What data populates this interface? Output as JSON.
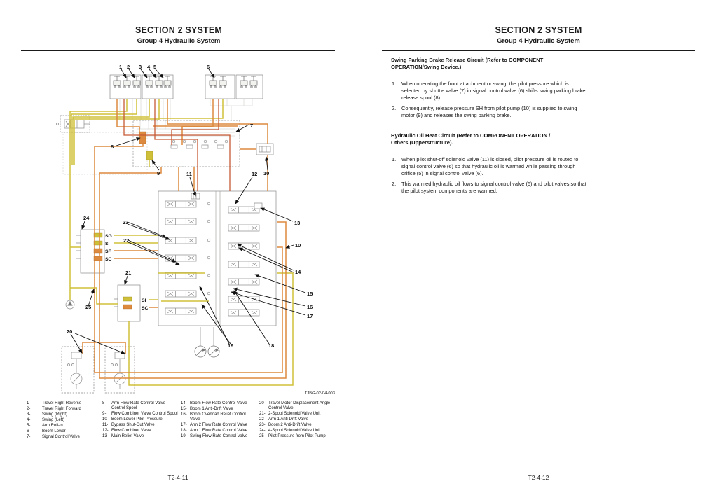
{
  "left_page": {
    "header": {
      "title": "SECTION 2 SYSTEM",
      "subtitle": "Group 4 Hydraulic System"
    },
    "figure_code": "TJBG-02-04-003",
    "footer": {
      "page_number": "T2-4-11"
    },
    "diagram": {
      "callout_labels": {
        "c1": "1",
        "c2": "2",
        "c3": "3",
        "c4": "4",
        "c5": "5",
        "c6": "6",
        "c7": "7",
        "c8": "8",
        "c9": "9",
        "c10a": "10",
        "c10b": "10",
        "c11": "11",
        "c12": "12",
        "c13": "13",
        "c14": "14",
        "c15": "15",
        "c16": "16",
        "c17": "17",
        "c18": "18",
        "c19": "19",
        "c20": "20",
        "c21": "21",
        "c22": "22",
        "c23": "23",
        "c24": "24",
        "c25": "25"
      },
      "port_labels": {
        "sg": "SG",
        "si": "SI",
        "sf": "SF",
        "sc": "SC",
        "u21_si": "SI",
        "u21_sc": "SC"
      },
      "colors": {
        "pilot_line": "#cfc039",
        "pressure_line": "#dd8a3e",
        "secondary_line": "#c65a36"
      }
    },
    "legend": {
      "items": [
        {
          "n": "1-",
          "t": "Travel Right Reverse"
        },
        {
          "n": "2-",
          "t": "Travel Right Forward"
        },
        {
          "n": "3-",
          "t": "Swing (Right)"
        },
        {
          "n": "4-",
          "t": "Swing (Left)"
        },
        {
          "n": "5-",
          "t": "Arm Roll-in"
        },
        {
          "n": "6-",
          "t": "Boom Lower"
        },
        {
          "n": "7-",
          "t": "Signal Control Valve"
        },
        {
          "n": "8-",
          "t": "Arm Flow Rate Control Valve Control Spool"
        },
        {
          "n": "9-",
          "t": "Flow Combiner Valve Control Spool"
        },
        {
          "n": "10-",
          "t": "Boom Lower Pilot Pressure"
        },
        {
          "n": "11-",
          "t": "Bypass Shut-Out Valve"
        },
        {
          "n": "12-",
          "t": "Flow Combiner Valve"
        },
        {
          "n": "13-",
          "t": "Main Relief Valve"
        },
        {
          "n": "14-",
          "t": "Boom Flow Rate Control Valve"
        },
        {
          "n": "15-",
          "t": "Boom 1 Anti-Drift Valve"
        },
        {
          "n": "16-",
          "t": "Boom Overload Relief Control Valve"
        },
        {
          "n": "17-",
          "t": "Arm 2 Flow Rate Control Valve"
        },
        {
          "n": "18-",
          "t": "Arm 1 Flow Rate Control Valve"
        },
        {
          "n": "19-",
          "t": "Swing Flow Rate Control Valve"
        },
        {
          "n": "20-",
          "t": "Travel Motor Displacement Angle Control Valve"
        },
        {
          "n": "21-",
          "t": "2-Spool Solenoid Valve Unit"
        },
        {
          "n": "22-",
          "t": "Arm 1 Anti-Drift Valve"
        },
        {
          "n": "23-",
          "t": "Boom 2 Anti-Drift Valve"
        },
        {
          "n": "24-",
          "t": "4-Spool Solenoid Valve Unit"
        },
        {
          "n": "25-",
          "t": "Pilot Pressure from Pilot Pump"
        }
      ]
    }
  },
  "right_page": {
    "header": {
      "title": "SECTION 2 SYSTEM",
      "subtitle": "Group 4 Hydraulic System"
    },
    "footer": {
      "page_number": "T2-4-12"
    },
    "sections": [
      {
        "heading": "Swing Parking Brake Release Circuit (Refer to COMPONENT OPERATION/Swing Device.)",
        "items": [
          {
            "n": "1.",
            "t": "When operating the front attachment or swing, the pilot pressure which is selected by shuttle valve (7) in signal control valve (6) shifts swing parking brake release spool (8)."
          },
          {
            "n": "2.",
            "t": "Consequently, release pressure SH from pilot pump (10) is supplied to swing motor (9) and releases the swing parking brake."
          }
        ]
      },
      {
        "heading": "Hydraulic Oil Heat Circuit (Refer to COMPONENT OPERATION / Others (Upperstructure).",
        "items": [
          {
            "n": "1.",
            "t": "When pilot shut-off solenoid valve (11) is closed, pilot pressure oil is routed to signal control valve (6) so that hydraulic oil is warmed while passing through orifice (5) in signal control valve (6)."
          },
          {
            "n": "2.",
            "t": "This warmed hydraulic oil flows to signal control valve (6) and pilot valves so that the pilot system components are warmed."
          }
        ]
      }
    ]
  }
}
